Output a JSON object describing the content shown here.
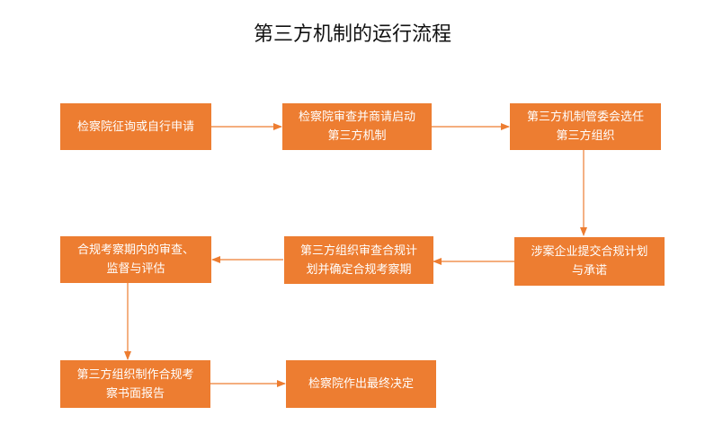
{
  "title": "第三方机制的运行流程",
  "colors": {
    "node_fill": "#ed7d31",
    "node_text": "#ffffff",
    "arrow": "#ed7d31"
  },
  "nodes": [
    {
      "id": "n1",
      "label": "检察院征询或自行申请"
    },
    {
      "id": "n2",
      "label": "检察院审查并商请启动\n第三方机制"
    },
    {
      "id": "n3",
      "label": "第三方机制管委会选任\n第三方组织"
    },
    {
      "id": "n4",
      "label": "涉案企业提交合规计划\n与承诺"
    },
    {
      "id": "n5",
      "label": "第三方组织审查合规计\n划并确定合规考察期"
    },
    {
      "id": "n6",
      "label": "合规考察期内的审查、\n监督与评估"
    },
    {
      "id": "n7",
      "label": "第三方组织制作合规考\n察书面报告"
    },
    {
      "id": "n8",
      "label": "检察院作出最终决定"
    }
  ],
  "edges": [
    {
      "from": "n1",
      "to": "n2"
    },
    {
      "from": "n2",
      "to": "n3"
    },
    {
      "from": "n3",
      "to": "n4"
    },
    {
      "from": "n4",
      "to": "n5"
    },
    {
      "from": "n5",
      "to": "n6"
    },
    {
      "from": "n6",
      "to": "n7"
    },
    {
      "from": "n7",
      "to": "n8"
    }
  ]
}
